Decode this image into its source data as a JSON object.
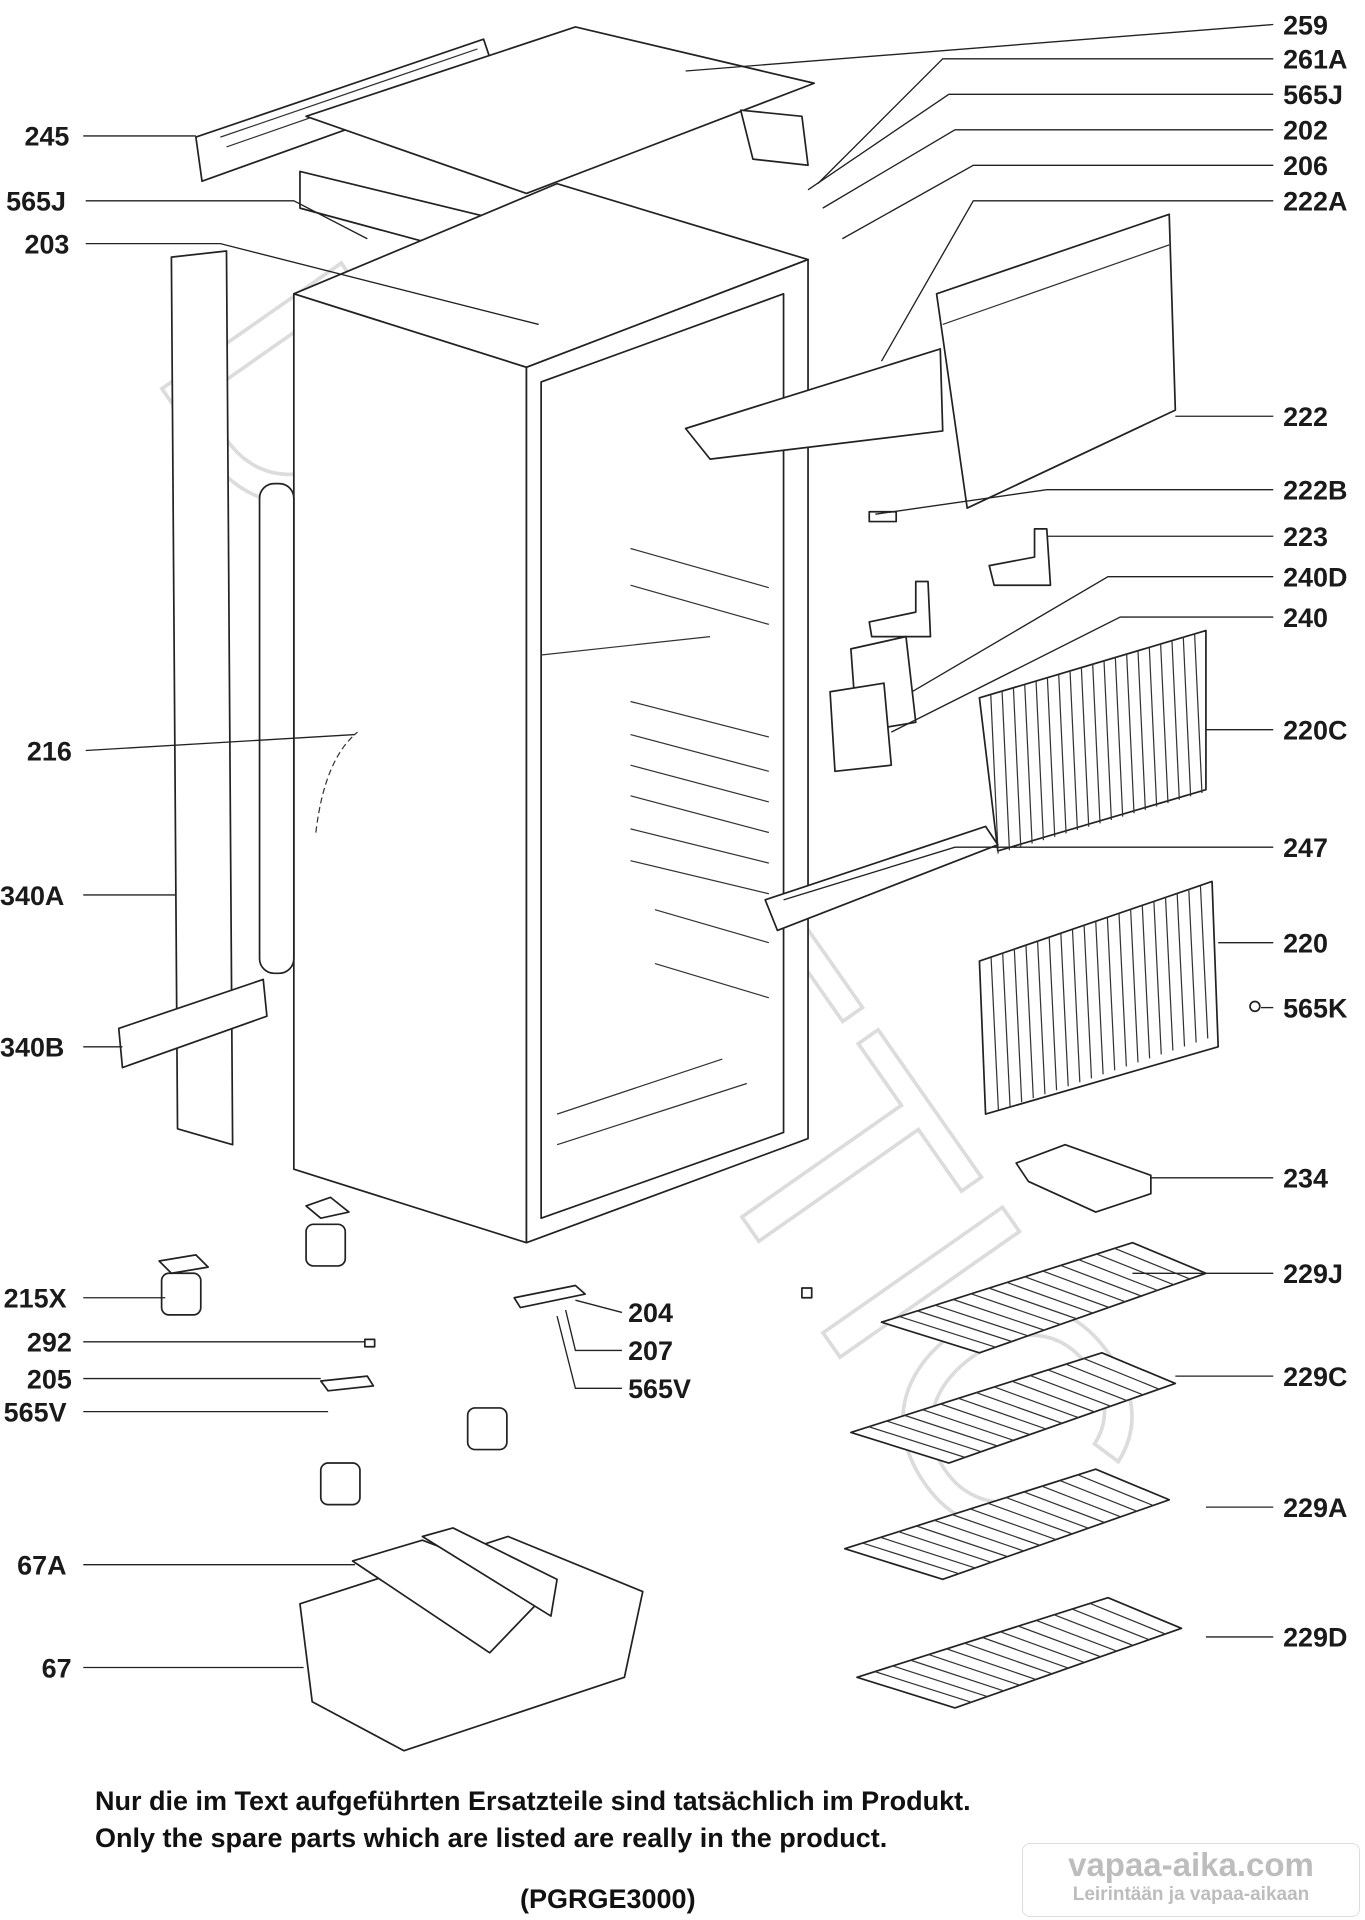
{
  "watermark": "DOMETIC",
  "labels_right": {
    "l259": "259",
    "l261A": "261A",
    "l565J": "565J",
    "l202": "202",
    "l206": "206",
    "l222A": "222A",
    "l222": "222",
    "l222B": "222B",
    "l223": "223",
    "l240D": "240D",
    "l240": "240",
    "l220C": "220C",
    "l247": "247",
    "l220": "220",
    "l565K": "565K",
    "l234": "234",
    "l229J": "229J",
    "l229C": "229C",
    "l229A": "229A",
    "l229D": "229D"
  },
  "labels_left": {
    "l245": "245",
    "l565J": "565J",
    "l203": "203",
    "l216": "216",
    "l340A": "340A",
    "l340B": "340B",
    "l215X": "215X",
    "l292": "292",
    "l205": "205",
    "l565V": "565V",
    "l67A": "67A",
    "l67": "67"
  },
  "labels_middle": {
    "l204": "204",
    "l207": "207",
    "l565V": "565V"
  },
  "notes": {
    "german": "Nur die im Text aufgeführten Ersatzteile sind tatsächlich im Produkt.",
    "english": "Only the spare parts which are listed are really in the product.",
    "model": "(PGRGE3000)"
  },
  "badge": {
    "site": "vapaa-aika.com",
    "tagline": "Leirintään ja vapaa-aikaan"
  }
}
